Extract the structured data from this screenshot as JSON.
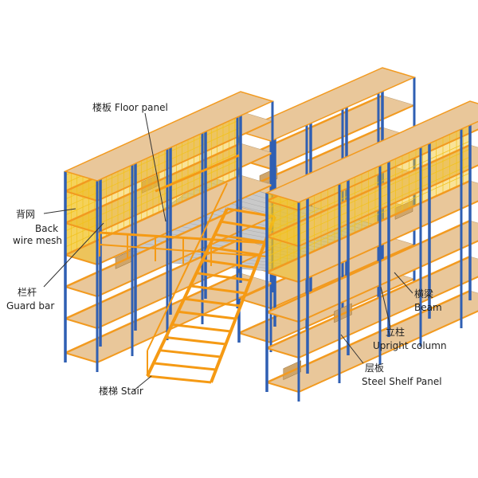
{
  "labels": {
    "floor_panel": {
      "zh": "楼板",
      "en": "Floor panel"
    },
    "back_wire_mesh": {
      "zh": "背网",
      "en1": "Back",
      "en2": "wire mesh"
    },
    "guard_bar": {
      "zh": "栏杆",
      "en": "Guard bar"
    },
    "stair": {
      "zh": "楼梯",
      "en": "Stair"
    },
    "beam": {
      "zh": "横梁",
      "en": "Beam"
    },
    "upright_column": {
      "zh": "立柱",
      "en": "Upright column"
    },
    "steel_shelf_panel": {
      "zh": "层板",
      "en": "Steel Shelf Panel"
    }
  },
  "colors": {
    "upright": "#2f5fb3",
    "beam": "#f29a1f",
    "shelf": "#e9c79a",
    "mesh": "#f2c21b",
    "floor": "#c9c9c9",
    "stair": "#f59a14",
    "box": "#cfa56a"
  }
}
